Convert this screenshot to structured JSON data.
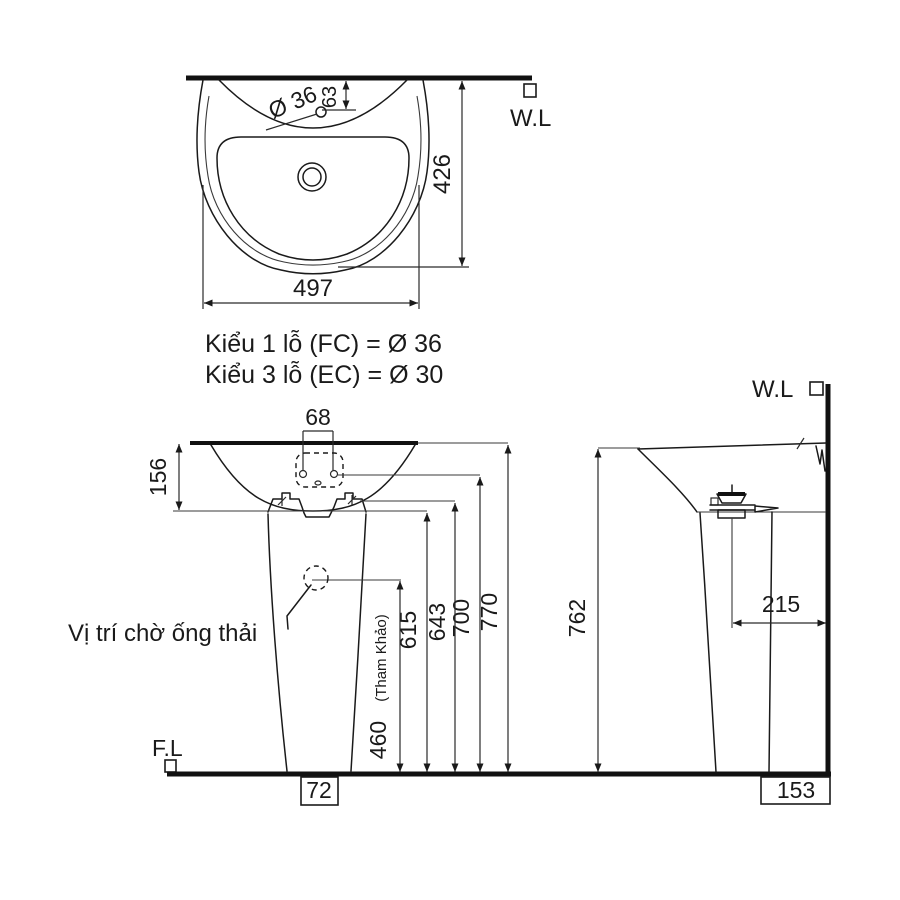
{
  "colors": {
    "line": "#1a1a1a",
    "background": "#ffffff"
  },
  "top_view": {
    "wall_line_label": "W.L",
    "faucet_hole_label": "Ø 36",
    "hole_offset_dim": "63",
    "depth_dim": "426",
    "width_dim": "497"
  },
  "hole_type_notes": {
    "line1": "Kiểu 1 lỗ (FC) = Ø 36",
    "line2": "Kiểu 3 lỗ (EC) = Ø 30"
  },
  "front_view": {
    "tap_hole_pitch_dim": "68",
    "rim_thickness_dim": "156",
    "height_770_dim": "770",
    "height_700_dim": "700",
    "height_643_dim": "643",
    "height_615_dim": "615",
    "height_460_dim": "460",
    "height_460_note": "(Tham Khảo)",
    "waste_pipe_label": "Vị trí chờ ống thải",
    "floor_line_label": "F.L",
    "base_offset_dim": "72"
  },
  "side_view": {
    "wall_line_label": "W.L",
    "height_762_dim": "762",
    "drain_to_wall_dim": "215",
    "base_to_wall_dim": "153"
  }
}
